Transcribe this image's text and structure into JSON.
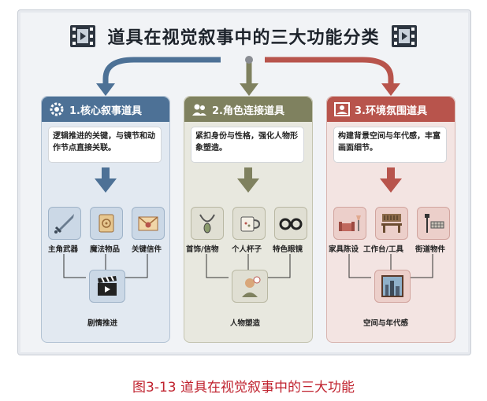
{
  "title": "道具在视觉叙事中的三大功能分类",
  "caption": "图3-13   道具在视觉叙事中的三大功能",
  "columns": [
    {
      "header": "1.核心叙事道具",
      "desc": "逻辑推进的关键，与镜节和动作节点直接关联。",
      "items": [
        "主角武器",
        "魔法物品",
        "关键信件"
      ],
      "bottom": "剧情推进",
      "color": "#4d7196"
    },
    {
      "header": "2.角色连接道具",
      "desc": "紧扣身份与性格，强化人物形象塑造。",
      "items": [
        "首饰/信物",
        "个人杯子",
        "特色眼镜"
      ],
      "bottom": "人物塑造",
      "color": "#7f815f"
    },
    {
      "header": "3.环境氛围道具",
      "desc": "构建背景空间与年代感，丰富画面细节。",
      "items": [
        "家具陈设",
        "工作台/工具",
        "街道物件"
      ],
      "bottom": "空间与年代感",
      "color": "#b8544c"
    }
  ]
}
